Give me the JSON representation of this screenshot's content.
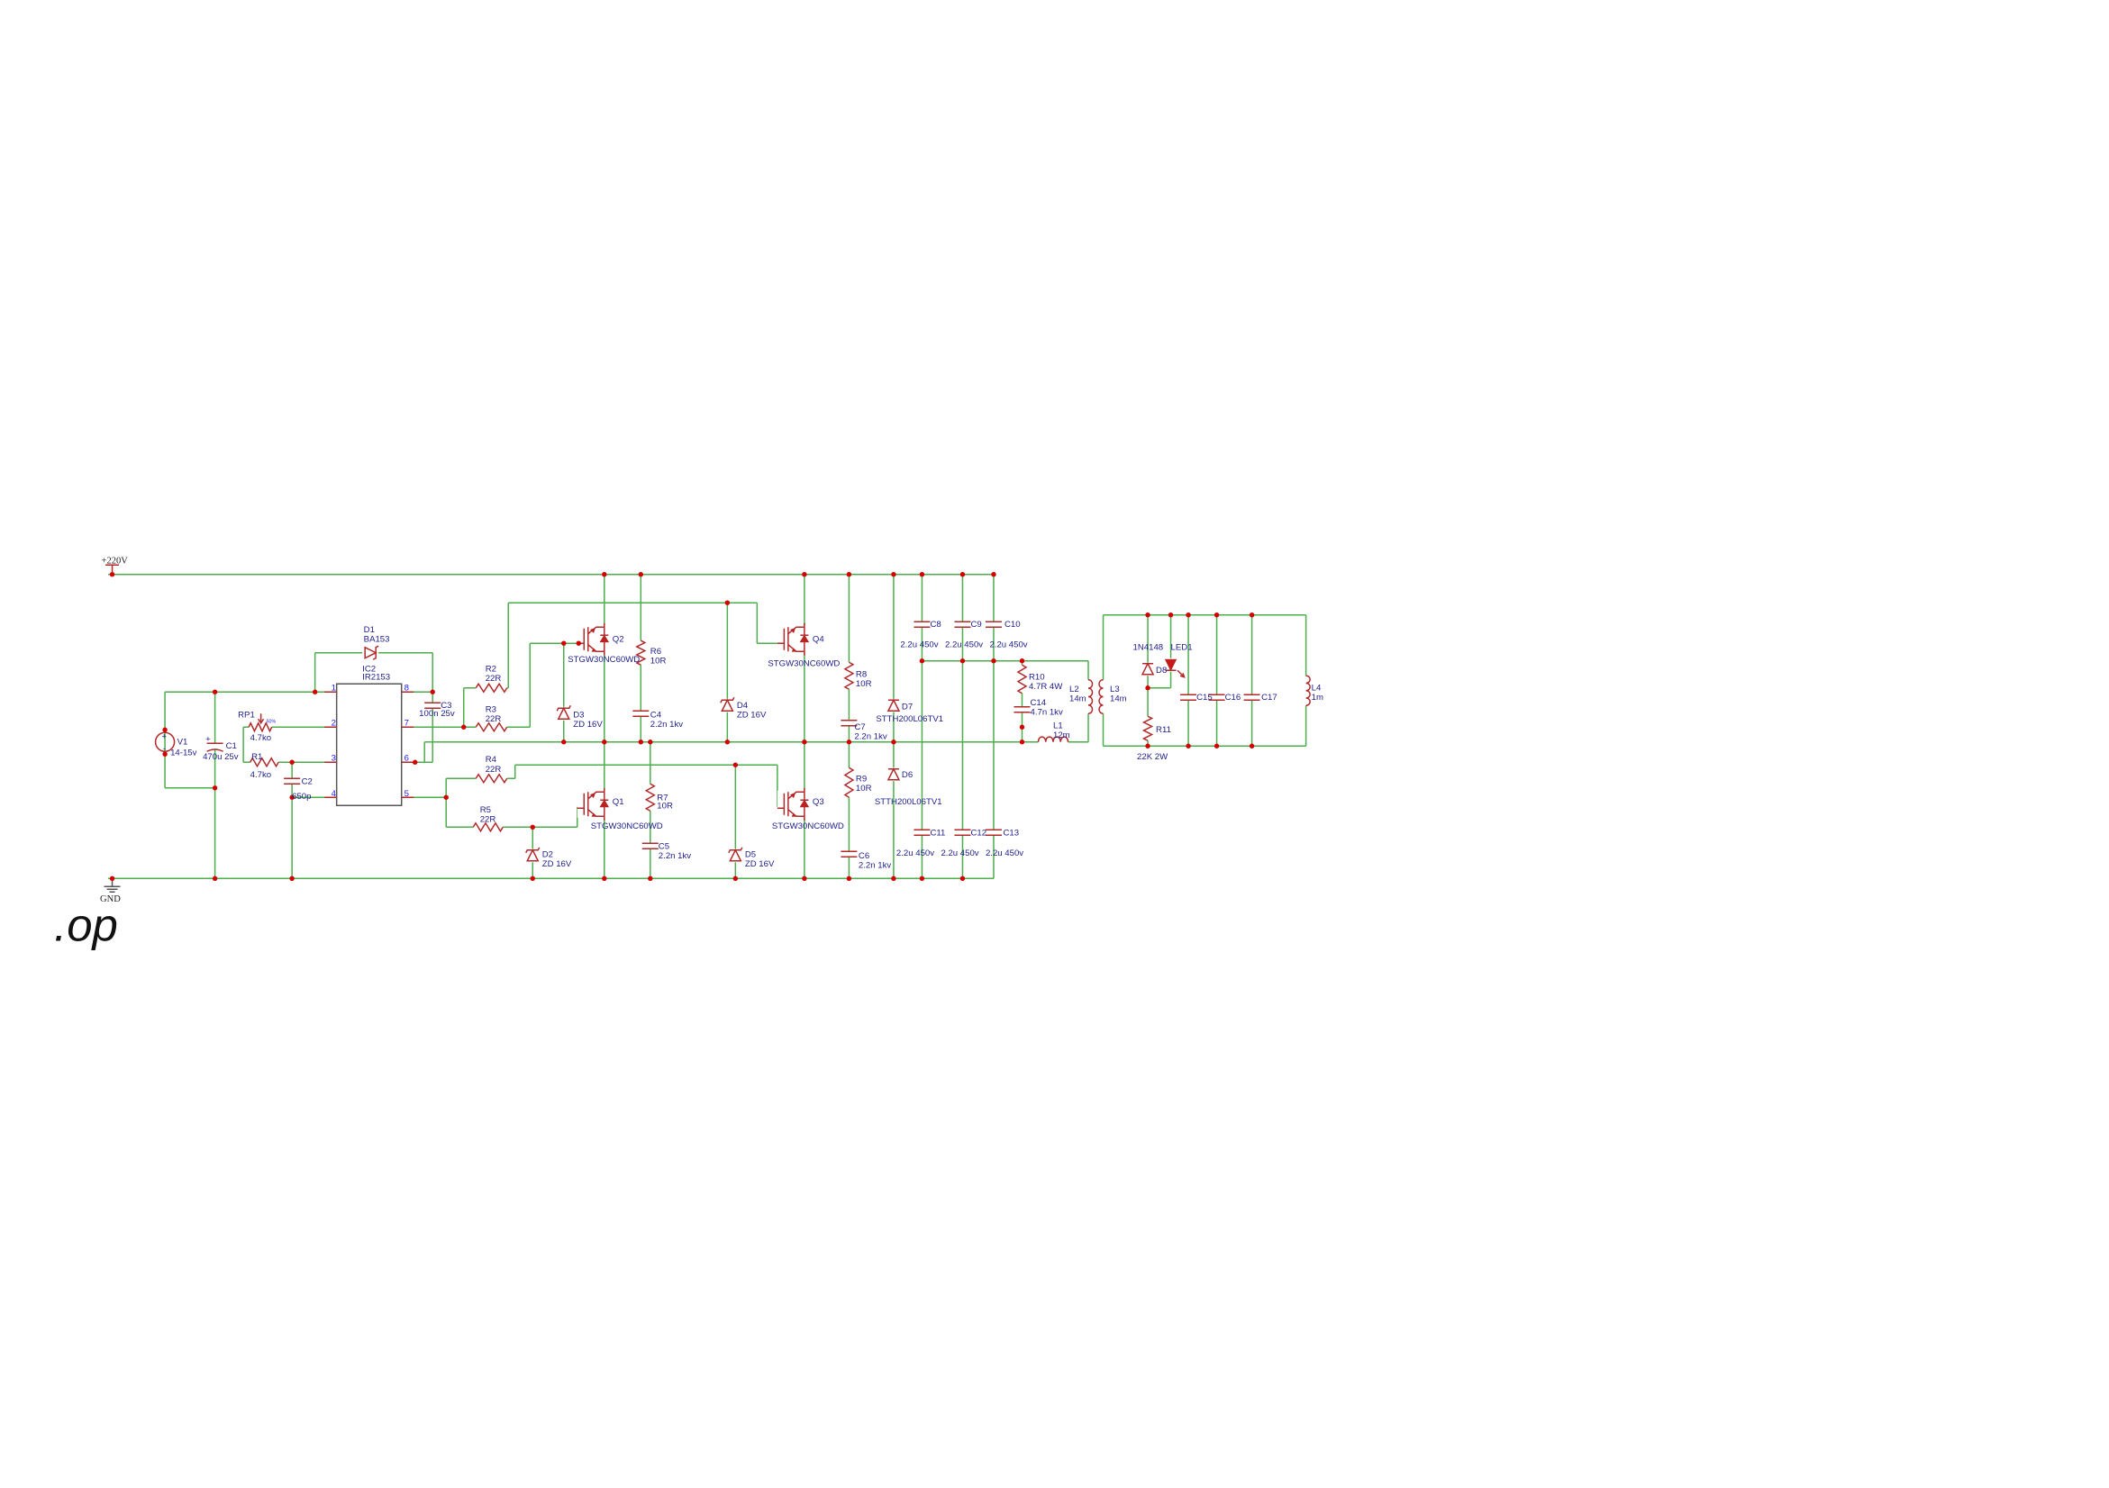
{
  "sheet_title": ".op",
  "nets": {
    "supply": "+220V",
    "ground": "GND"
  },
  "components": {
    "V1": {
      "ref": "V1",
      "value": "14-15v"
    },
    "C1": {
      "ref": "C1",
      "value": "470u 25v"
    },
    "RP1": {
      "ref": "RP1",
      "value": "4.7ko",
      "wiper": "50%"
    },
    "R1": {
      "ref": "R1",
      "value": "4.7ko"
    },
    "C2": {
      "ref": "C2",
      "value": "650p"
    },
    "IC2": {
      "ref": "IC2",
      "value": "IR2153",
      "pins": [
        "1",
        "2",
        "3",
        "4",
        "5",
        "6",
        "7",
        "8"
      ]
    },
    "D1": {
      "ref": "D1",
      "value": "BA153"
    },
    "C3": {
      "ref": "C3",
      "value": "100n 25v"
    },
    "R2": {
      "ref": "R2",
      "value": "22R"
    },
    "R3": {
      "ref": "R3",
      "value": "22R"
    },
    "R4": {
      "ref": "R4",
      "value": "22R"
    },
    "R5": {
      "ref": "R5",
      "value": "22R"
    },
    "D2": {
      "ref": "D2",
      "value": "ZD 16V"
    },
    "D3": {
      "ref": "D3",
      "value": "ZD 16V"
    },
    "D4": {
      "ref": "D4",
      "value": "ZD 16V"
    },
    "D5": {
      "ref": "D5",
      "value": "ZD 16V"
    },
    "Q1": {
      "ref": "Q1",
      "value": "STGW30NC60WD"
    },
    "Q2": {
      "ref": "Q2",
      "value": "STGW30NC60WD"
    },
    "Q3": {
      "ref": "Q3",
      "value": "STGW30NC60WD"
    },
    "Q4": {
      "ref": "Q4",
      "value": "STGW30NC60WD"
    },
    "R6": {
      "ref": "R6",
      "value": "10R"
    },
    "R7": {
      "ref": "R7",
      "value": "10R"
    },
    "R8": {
      "ref": "R8",
      "value": "10R"
    },
    "R9": {
      "ref": "R9",
      "value": "10R"
    },
    "C4": {
      "ref": "C4",
      "value": "2.2n 1kv"
    },
    "C5": {
      "ref": "C5",
      "value": "2.2n 1kv"
    },
    "C6": {
      "ref": "C6",
      "value": "2.2n 1kv"
    },
    "C7": {
      "ref": "C7",
      "value": "2.2n 1kv"
    },
    "D6": {
      "ref": "D6",
      "value": "STTH200L06TV1"
    },
    "D7": {
      "ref": "D7",
      "value": "STTH200L06TV1"
    },
    "C8": {
      "ref": "C8",
      "value": "2.2u 450v"
    },
    "C9": {
      "ref": "C9",
      "value": "2.2u 450v"
    },
    "C10": {
      "ref": "C10",
      "value": "2.2u 450v"
    },
    "C11": {
      "ref": "C11",
      "value": "2.2u 450v"
    },
    "C12": {
      "ref": "C12",
      "value": "2.2u 450v"
    },
    "C13": {
      "ref": "C13",
      "value": "2.2u 450v"
    },
    "R10": {
      "ref": "R10",
      "value": "4.7R 4W"
    },
    "C14": {
      "ref": "C14",
      "value": "4.7n 1kv"
    },
    "L1": {
      "ref": "L1",
      "value": "12m"
    },
    "L2": {
      "ref": "L2",
      "value": "14m"
    },
    "L3": {
      "ref": "L3",
      "value": "14m"
    },
    "D8": {
      "ref": "D8",
      "value": "1N4148"
    },
    "LED1": {
      "ref": "LED1"
    },
    "R11": {
      "ref": "R11",
      "value": "22K 2W"
    },
    "C15": {
      "ref": "C15"
    },
    "C16": {
      "ref": "C16"
    },
    "C17": {
      "ref": "C17"
    },
    "L4": {
      "ref": "L4",
      "value": "1m"
    }
  }
}
